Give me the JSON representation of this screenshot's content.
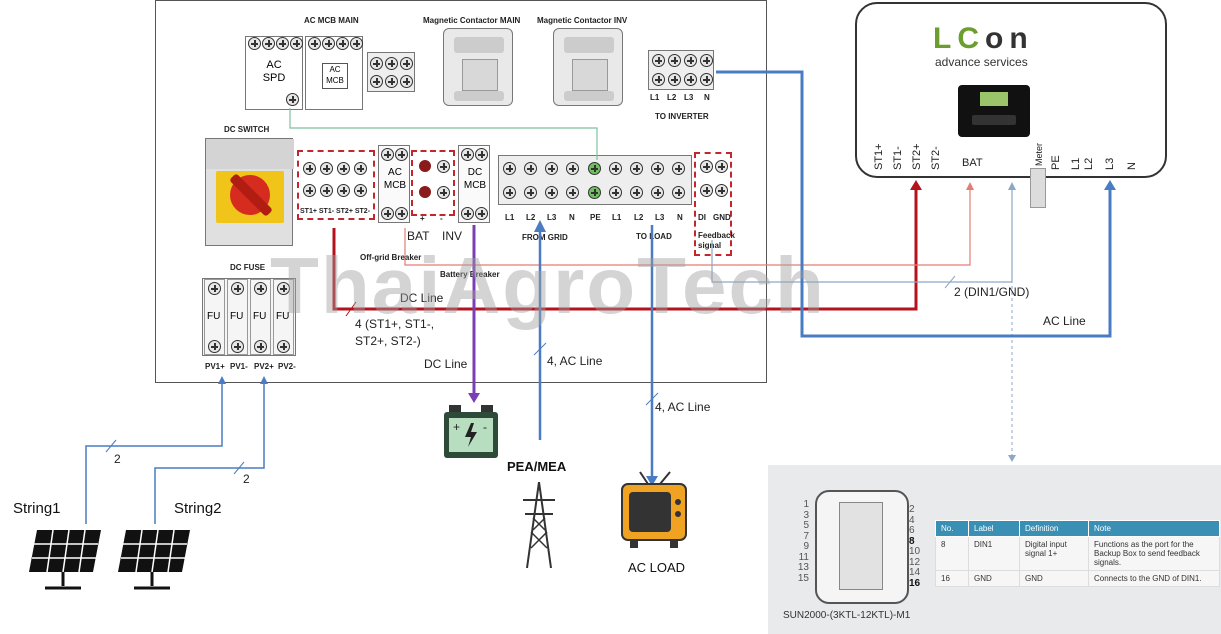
{
  "panel": {
    "ac_mcb_main": "AC MCB MAIN",
    "mag_main": "Magnetic Contactor MAIN",
    "mag_inv": "Magnetic Contactor INV",
    "ac_spd": "AC SPD",
    "ac_mcb_small": "AC MCB",
    "to_inverter": "TO INVERTER",
    "inv_terminals": [
      "L1",
      "L2",
      "L3",
      "N"
    ],
    "dc_switch": "DC SWITCH",
    "st_labels": "ST1+ ST1- ST2+ ST2-",
    "ac_mcb": "AC MCB",
    "dc_mcb": "DC MCB",
    "bat": "BAT",
    "inv": "INV",
    "plus": "+",
    "minus": "-",
    "offgrid_breaker": "Off-grid Breaker",
    "battery_breaker": "Battery Breaker",
    "grid_terminals": [
      "L1",
      "L2",
      "L3",
      "N",
      "PE",
      "L1",
      "L2",
      "L3",
      "N"
    ],
    "from_grid": "FROM GRID",
    "to_load": "TO LOAD",
    "di": "DI",
    "gnd": "GND",
    "feedback": "Feedback signal",
    "dc_fuse": "DC FUSE",
    "fuse_label": "FU",
    "pv_labels": [
      "PV1+",
      "PV1-",
      "PV2+",
      "PV2-"
    ],
    "dc_line": "DC Line",
    "dc_line_count": "4 (ST1+, ST1-,",
    "dc_line_count2": "ST2+, ST2-)",
    "dc_line2": "DC Line",
    "ac_line_grid": "4, AC Line",
    "ac_line_load": "4, AC Line"
  },
  "lcon": {
    "logo_lc": "LC",
    "logo_on": "on",
    "tagline": "advance services",
    "ports": [
      "ST1+",
      "ST1-",
      "ST2+",
      "ST2-"
    ],
    "bat": "BAT",
    "meter": "Meter",
    "pe": "PE",
    "l_ports": [
      "L1",
      "L2",
      "L3",
      "N"
    ]
  },
  "wiring": {
    "din": "2 (DIN1/GND)",
    "ac_line": "AC Line"
  },
  "external": {
    "pea": "PEA/MEA",
    "ac_load": "AC LOAD",
    "string1": "String1",
    "string2": "String2",
    "count_a": "2",
    "count_b": "2"
  },
  "huawei": {
    "model": "SUN2000-(3KTL-12KTL)-M1",
    "left_pins": [
      "1",
      "3",
      "5",
      "7",
      "9",
      "11",
      "13",
      "15"
    ],
    "right_pins": [
      "2",
      "4",
      "6",
      "8",
      "10",
      "12",
      "14",
      "16"
    ],
    "table": {
      "headers": [
        "No.",
        "Label",
        "Definition",
        "Note"
      ],
      "rows": [
        [
          "8",
          "DIN1",
          "Digital input signal 1+",
          "Functions as the port for the Backup Box to send feedback signals."
        ],
        [
          "16",
          "GND",
          "GND",
          "Connects to the GND of DIN1."
        ]
      ]
    }
  },
  "watermark": "ThaiAgroTech",
  "colors": {
    "dc_line": "#b5121b",
    "ac_line": "#4a7cc4",
    "battery_line": "#7b3fb5",
    "signal_line": "#e57c74",
    "green_line": "#7fc1a0"
  }
}
